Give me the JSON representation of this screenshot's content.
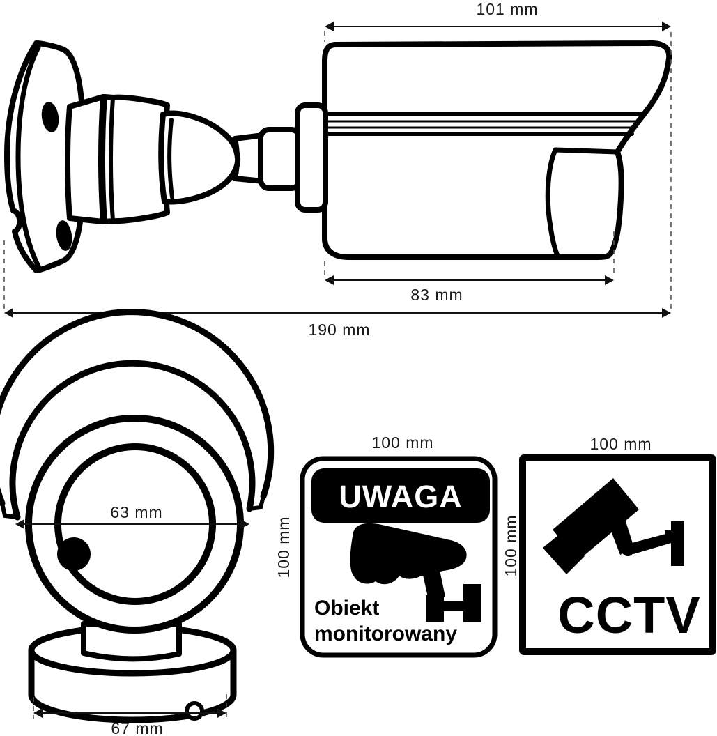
{
  "side_view": {
    "dim_shield_length": "101 mm",
    "dim_body_length": "83 mm",
    "dim_total_length": "190 mm"
  },
  "front_view": {
    "dim_face_diameter": "63 mm",
    "dim_base_diameter": "67 mm"
  },
  "uwaga_sign": {
    "dim_width": "100 mm",
    "dim_height": "100 mm",
    "header": "UWAGA",
    "caption_line1": "Obiekt",
    "caption_line2": "monitorowany"
  },
  "cctv_sign": {
    "dim_width": "100 mm",
    "dim_height": "100 mm",
    "label": "CCTV"
  },
  "colors": {
    "ink": "#000000",
    "background": "#ffffff",
    "dimension_text": "#1a1a1a"
  }
}
